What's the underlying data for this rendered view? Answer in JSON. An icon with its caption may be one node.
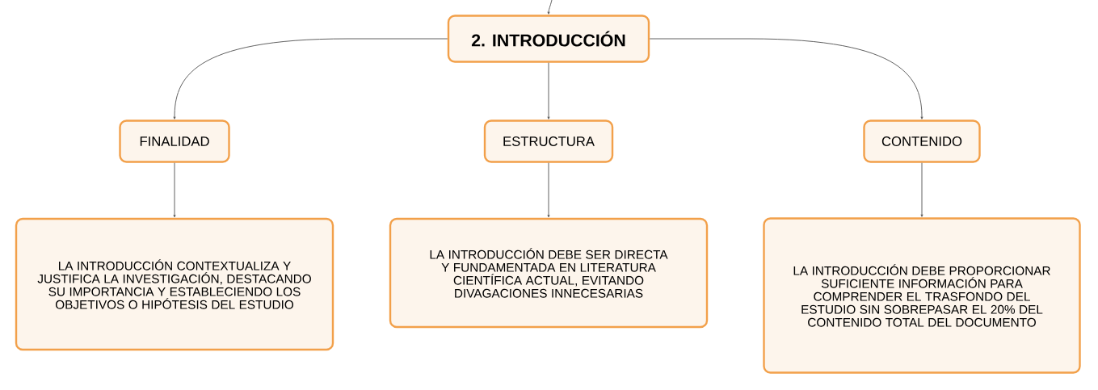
{
  "diagram": {
    "nodes": [
      {
        "text": [
          "2. INTRODUCCIÓN"
        ]
      },
      {
        "text": [
          "FINALIDAD"
        ]
      },
      {
        "text": [
          "ESTRUCTURA"
        ]
      },
      {
        "text": [
          "CONTENIDO"
        ]
      },
      {
        "text": [
          "LA INTRODUCCIÓN CONTEXTUALIZA Y JUSTIFICA LA INVESTIGACIÓN, DESTACANDO SU IMPORTANCIA Y ESTABLECIENDO LOS OBJETIVOS O HIPÓTESIS DEL ESTUDIO"
        ]
      },
      {
        "text": [
          "LA INTRODUCCIÓN DEBE SER DIRECTA Y FUNDAMENTADA EN LITERATURA CIENTÍFICA ACTUAL, EVITANDO DIVAGACIONES INNECESARIAS"
        ]
      },
      {
        "text": [
          "LA INTRODUCCIÓN DEBE PROPORCIONAR SUFICIENTE INFORMACIÓN PARA COMPRENDER EL TRASFONDO DEL ESTUDIO SIN SOBREPASAR EL 20% DEL CONTENIDO TOTAL DEL DOCUMENTO"
        ]
      }
    ],
    "edges": [
      {
        "from": null,
        "to": 0,
        "arrow": "to"
      },
      {
        "from": 0,
        "to": 1,
        "arrow": "to"
      },
      {
        "from": 0,
        "to": 2,
        "arrow": "to"
      },
      {
        "from": 0,
        "to": 3,
        "arrow": "to"
      },
      {
        "from": 1,
        "to": 4,
        "arrow": "to"
      },
      {
        "from": 2,
        "to": 5,
        "arrow": "to"
      },
      {
        "from": 3,
        "to": 6,
        "arrow": "to"
      }
    ]
  }
}
